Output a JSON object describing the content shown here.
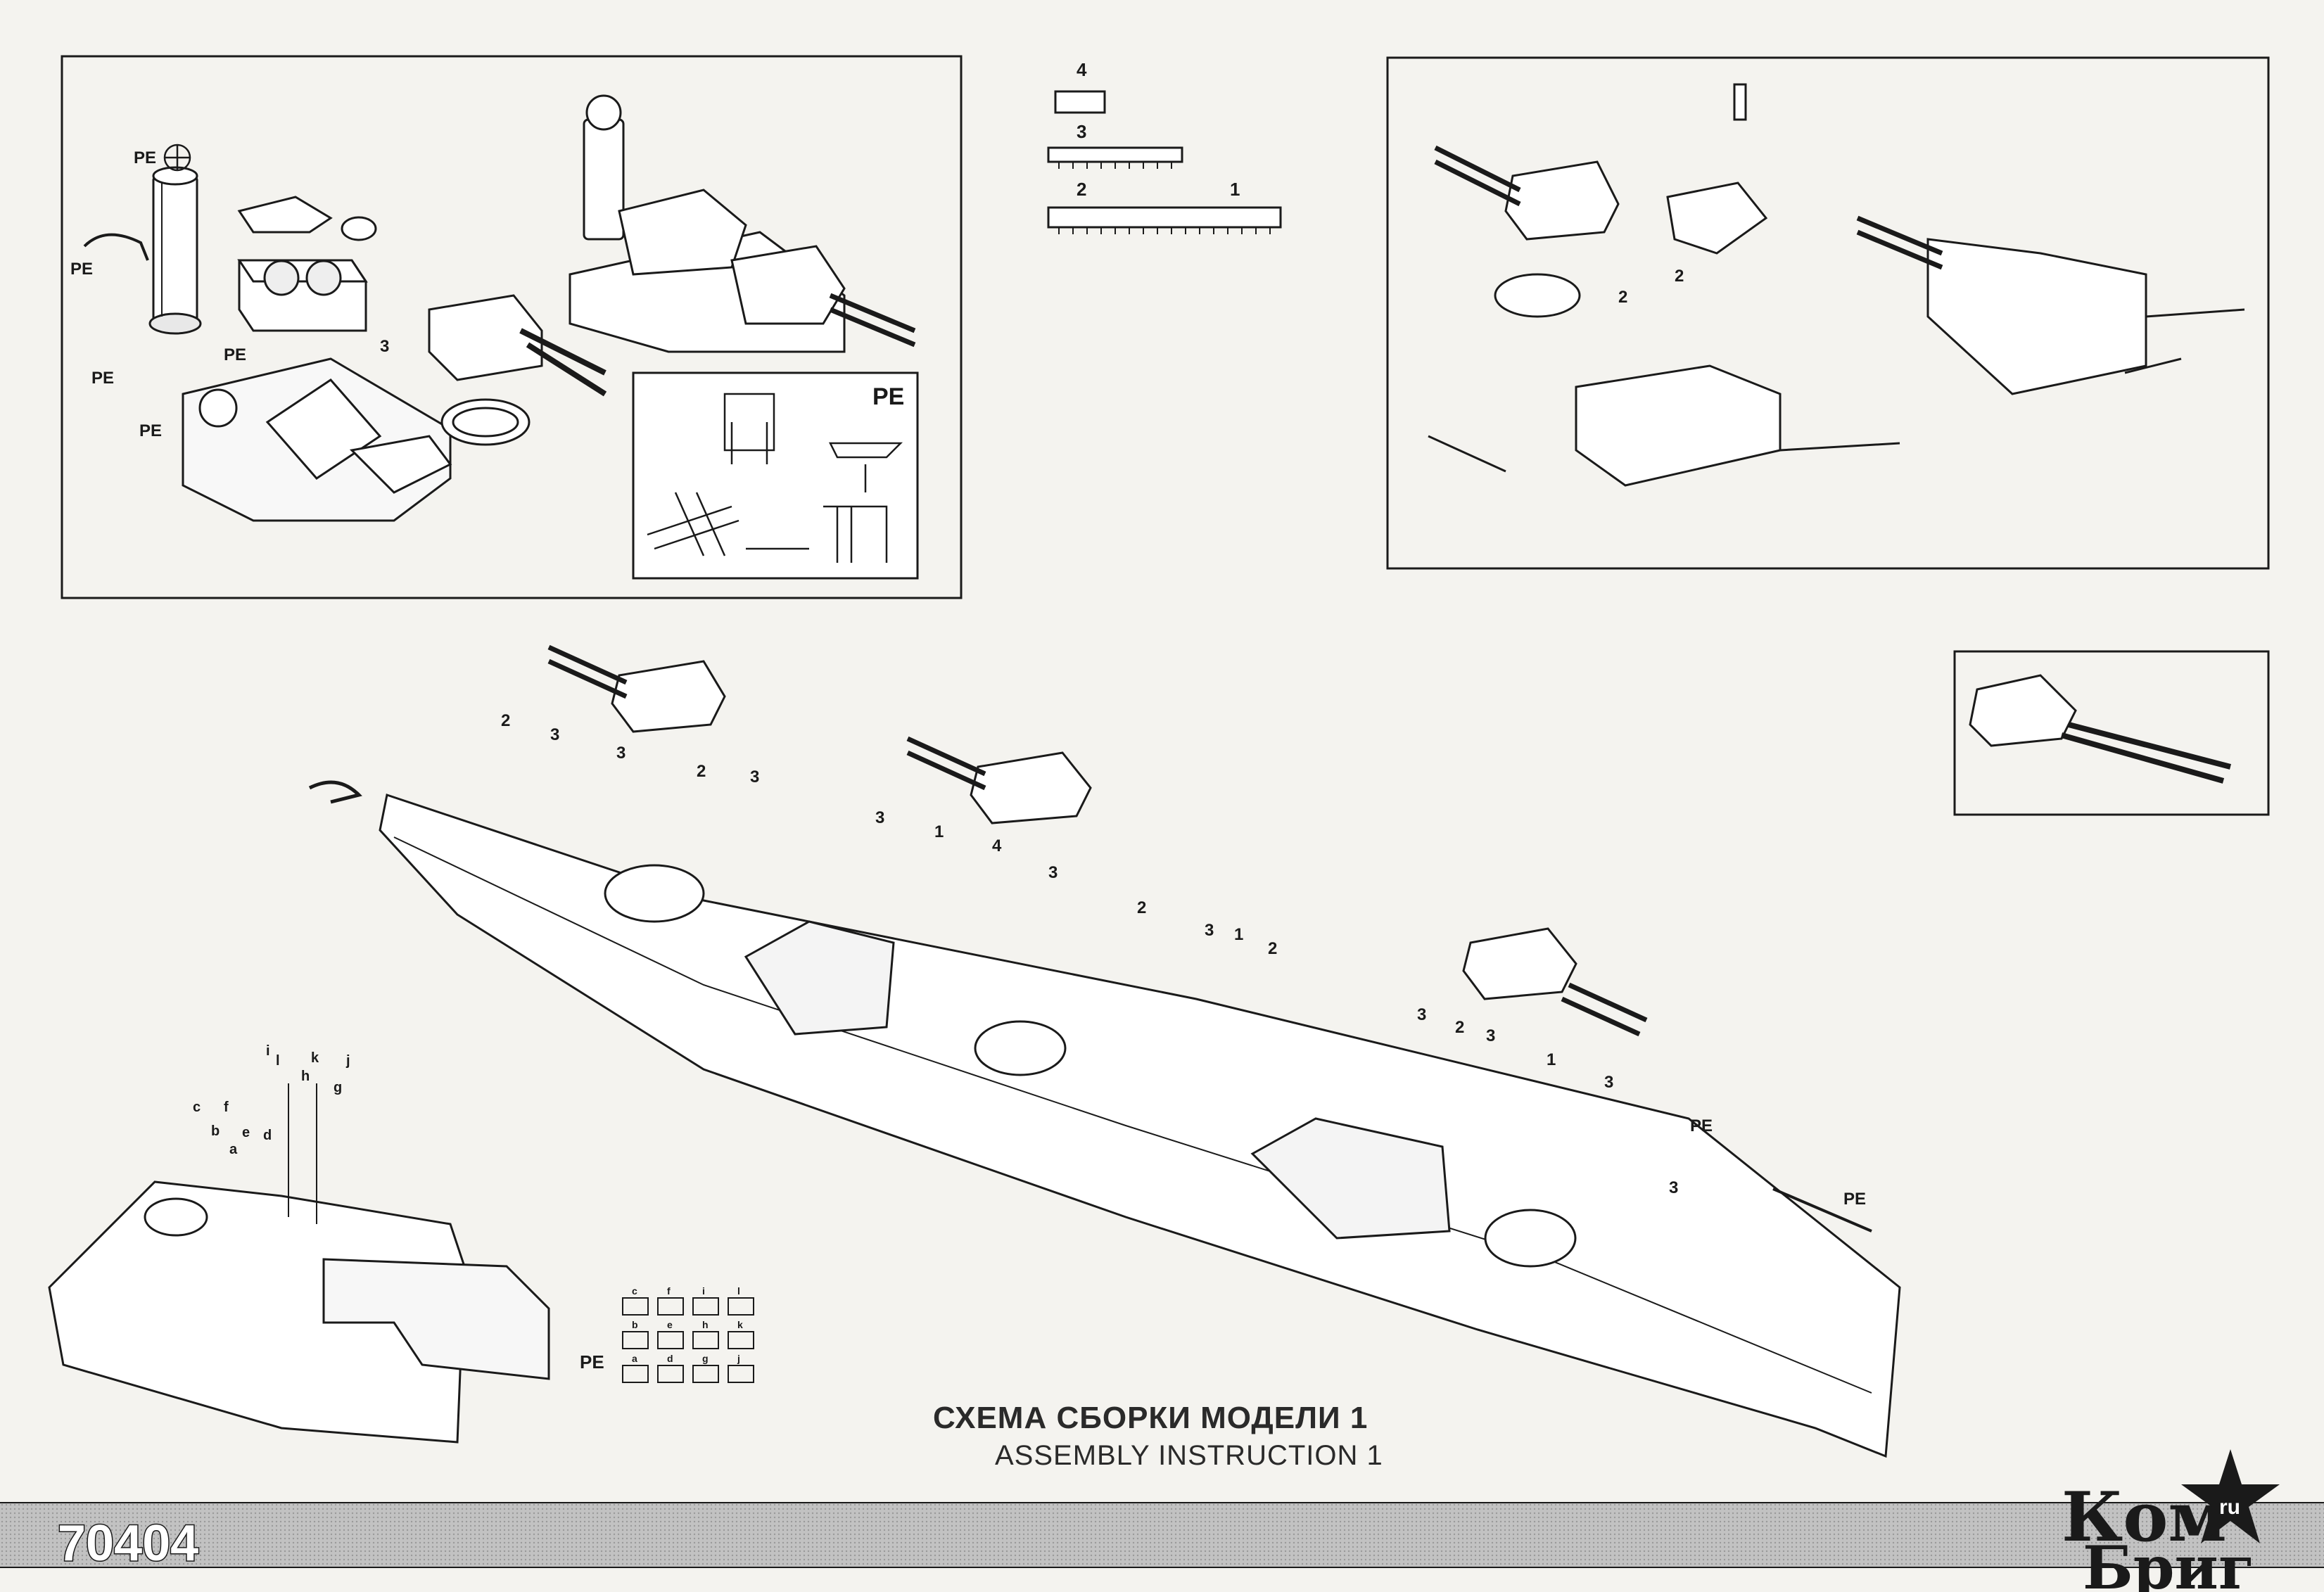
{
  "title": {
    "ru": "СХЕМА СБОРКИ МОДЕЛИ 1",
    "en": "ASSEMBLY INSTRUCTION 1"
  },
  "kit_number": "70404",
  "brand": {
    "line1": "Ком",
    "line2": "Бриг",
    "suffix": "ru"
  },
  "pe_label": "PE",
  "sprue_numbers": [
    "4",
    "3",
    "2",
    "1"
  ],
  "flag_letters": {
    "row1": [
      "c",
      "f",
      "i",
      "l"
    ],
    "row2": [
      "b",
      "e",
      "h",
      "k"
    ],
    "row3": [
      "a",
      "d",
      "g",
      "j"
    ]
  },
  "flag_letters_mast": [
    "i",
    "l",
    "h",
    "k",
    "g",
    "j",
    "c",
    "f",
    "b",
    "e",
    "a",
    "d"
  ],
  "part_callouts": {
    "top_left": [
      "3"
    ],
    "top_right": [
      "2",
      "2"
    ],
    "main": [
      "2",
      "3",
      "3",
      "2",
      "3",
      "3",
      "1",
      "4",
      "3",
      "2",
      "3",
      "1",
      "2",
      "3",
      "2",
      "3",
      "1",
      "3",
      "3"
    ]
  },
  "colors": {
    "ink": "#1a1a1a",
    "paper": "#f4f3ef",
    "band": "#b9b9b9"
  }
}
